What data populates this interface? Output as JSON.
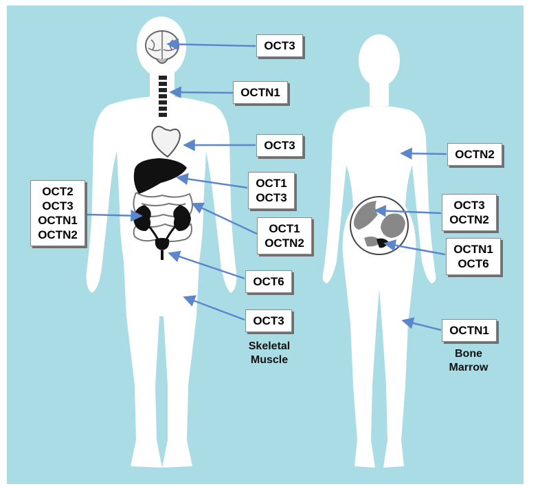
{
  "colors": {
    "background": "#a9dce4",
    "body": "#ffffff",
    "arrow": "#5b86cc",
    "organ": "#111111"
  },
  "labels": {
    "brain": "OCT3",
    "trachea": "OCTN1",
    "heart": "OCT3",
    "liver": [
      "OCT1",
      "OCT3"
    ],
    "intestine": [
      "OCT1",
      "OCTN2"
    ],
    "kidney": [
      "OCT2",
      "OCT3",
      "OCTN1",
      "OCTN2"
    ],
    "bladder": "OCT6",
    "muscle": "OCT3",
    "uterus": "OCTN2",
    "ovary": [
      "OCT3",
      "OCTN2"
    ],
    "ovary_inner": [
      "OCTN1",
      "OCT6"
    ],
    "bone_marrow": "OCTN1"
  },
  "captions": {
    "skeletal_muscle": [
      "Skeletal",
      "Muscle"
    ],
    "bone_marrow": [
      "Bone",
      "Marrow"
    ]
  }
}
